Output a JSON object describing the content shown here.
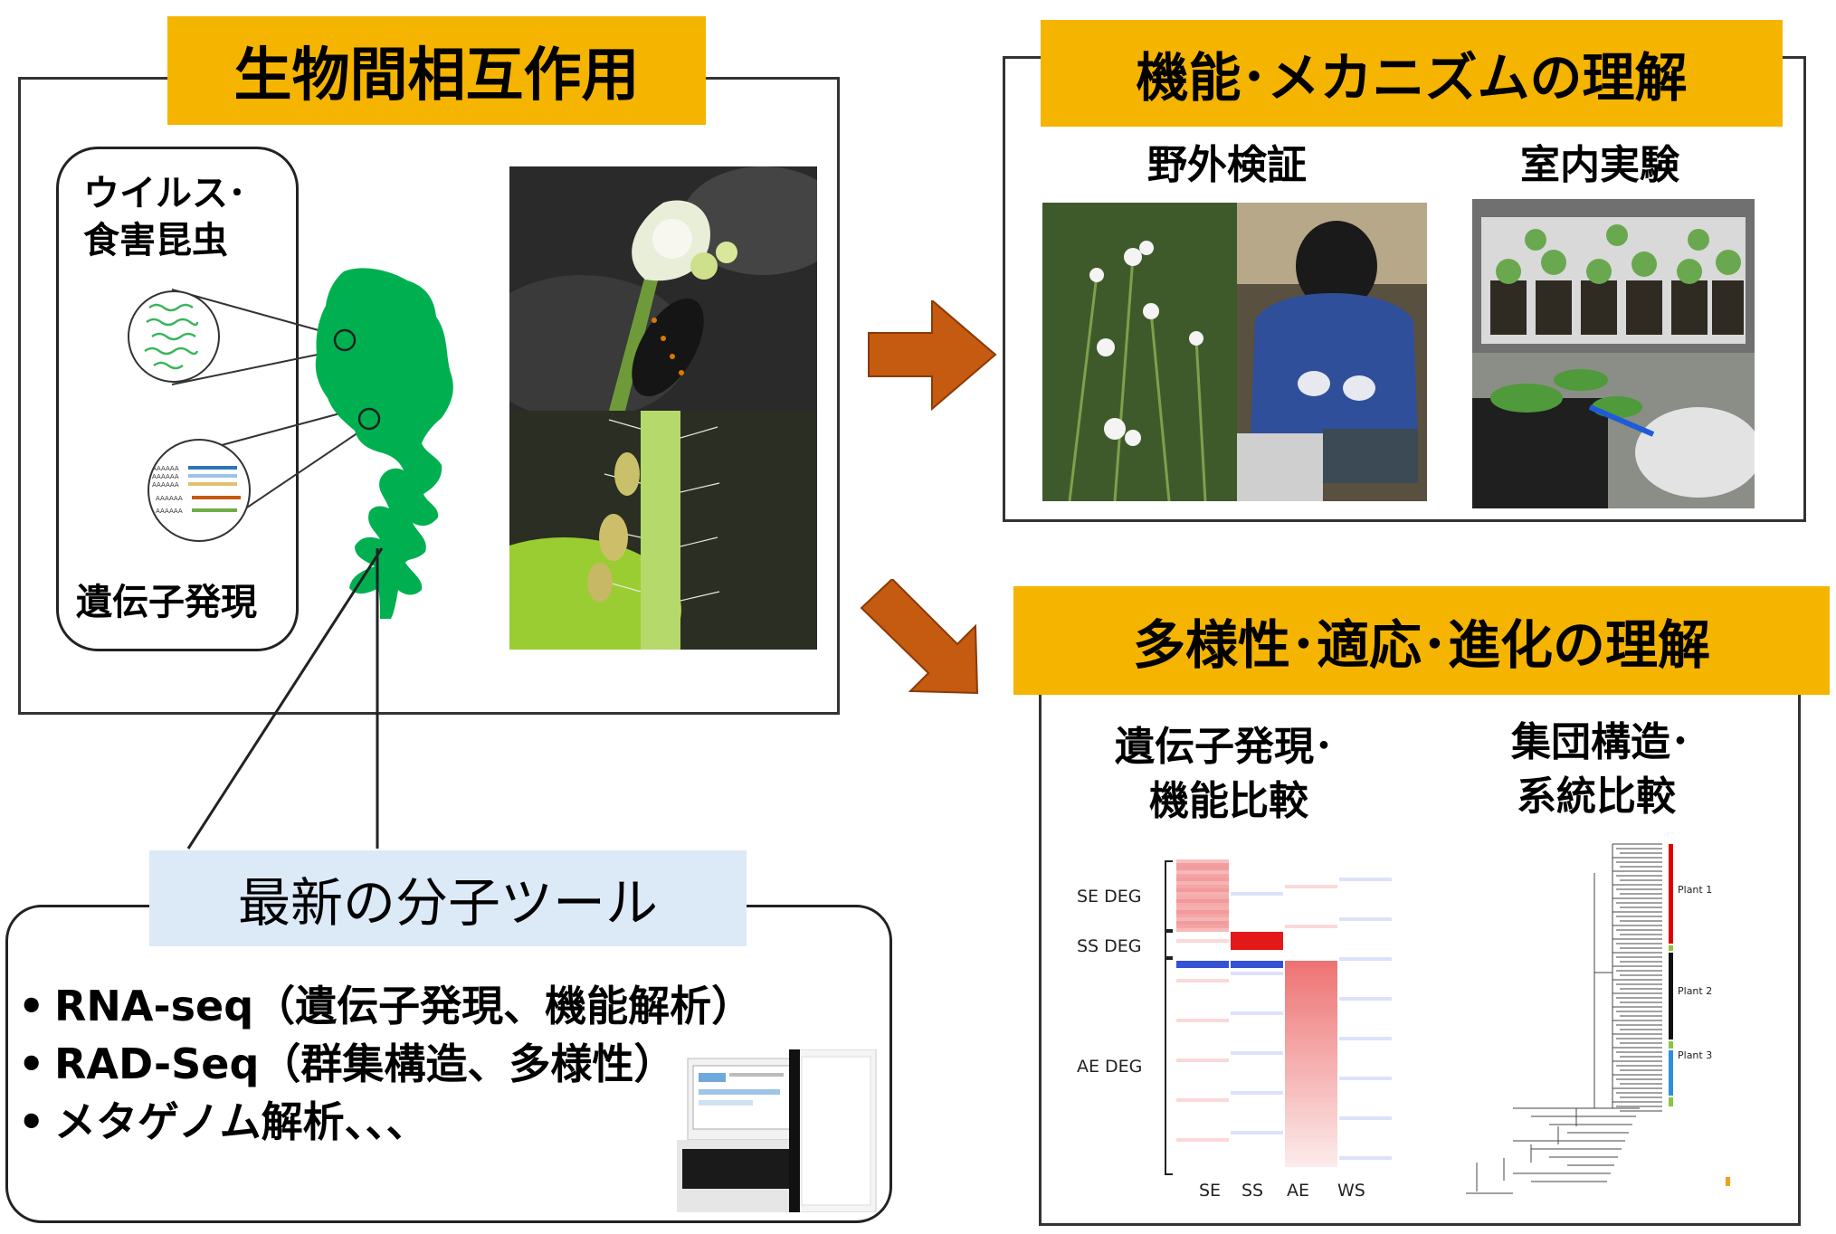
{
  "interactions": {
    "title": "生物間相互作用",
    "virus_label_line1": "ウイルス･",
    "virus_label_line2": "食害昆虫",
    "gene_label": "遺伝子発現",
    "poly_a_label": "AAAAAA"
  },
  "tools": {
    "title": "最新の分子ツール",
    "items": [
      "RNA-seq（遺伝子発現、機能解析）",
      "RAD-Seq（群集構造、多様性）",
      "メタゲノム解析、、、"
    ],
    "bullet": "•"
  },
  "mechanism": {
    "title": "機能･メカニズムの理解",
    "field_label": "野外検証",
    "lab_label": "室内実験"
  },
  "diversity": {
    "title": "多様性･適応･進化の理解",
    "expr_label_line1": "遺伝子発現･",
    "expr_label_line2": "機能比較",
    "pop_label_line1": "集団構造･",
    "pop_label_line2": "系統比較",
    "heatmap": {
      "row_groups": [
        "SE DEG",
        "SS DEG",
        "AE DEG"
      ],
      "columns": [
        "SE",
        "SS",
        "AE",
        "WS"
      ]
    },
    "tree": {
      "plants": [
        "Plant 1",
        "Plant 2",
        "Plant 3"
      ]
    }
  },
  "colors": {
    "title_bg": "#f5b400",
    "tools_title_bg": "#dce9f6",
    "arrow": "#c55a11",
    "plant_green": "#00b050",
    "heat_red": "#e00000",
    "heat_blue": "#1f3fd0"
  }
}
